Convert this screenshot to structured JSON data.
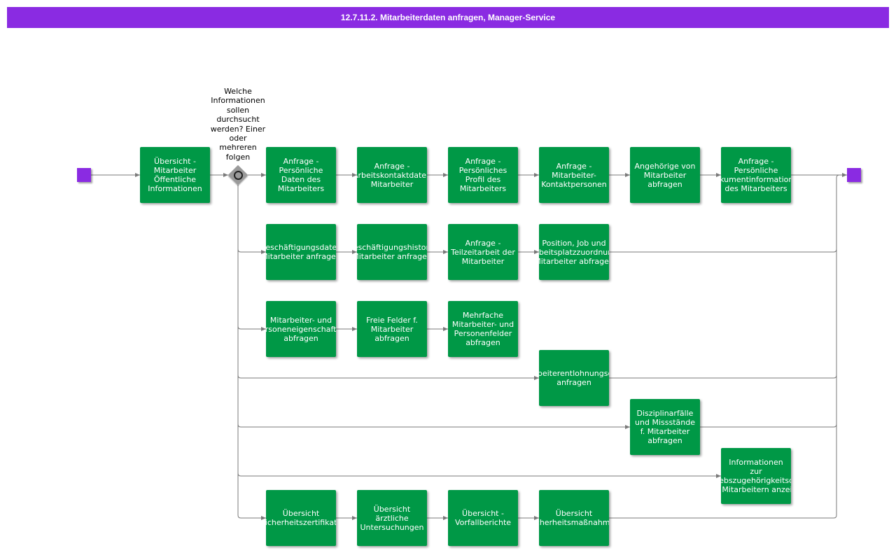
{
  "title": "12.7.11.2. Mitarbeiterdaten anfragen, Manager-Service",
  "gateway_label": "Welche\nInformationen\nsollen\ndurchsucht\nwerden? Einer\noder\nmehreren\nfolgen",
  "activities": {
    "overview_public": "Übersicht -\nMitarbeiter\nÖffentliche\nInformationen",
    "r1_1": "Anfrage -\nPersönliche\nDaten des\nMitarbeiters",
    "r1_2": "Anfrage -\nArbeitskontaktdaten\nMitarbeiter",
    "r1_3": "Anfrage -\nPersönliches\nProfil des\nMitarbeiters",
    "r1_4": "Anfrage -\nMitarbeiter-\nKontaktpersonen",
    "r1_5": "Angehörige von\nMitarbeiter\nabfragen",
    "r1_6": "Anfrage -\nPersönliche\nDokumentinformationen\ndes Mitarbeiters",
    "r2_1": "Beschäftigungsdaten\nMitarbeiter anfragen",
    "r2_2": "Beschäftigungshistorie\nMitarbeiter anfragen",
    "r2_3": "Anfrage -\nTeilzeitarbeit der\nMitarbeiter",
    "r2_4": "Position, Job und\nArbeitsplatzzuordnung\nMitarbeiter abfragen",
    "r3_1": "Mitarbeiter- und\nPersoneneigenschaften\nabfragen",
    "r3_2": "Freie Felder f.\nMitarbeiter\nabfragen",
    "r3_3": "Mehrfache\nMitarbeiter- und\nPersonenfelder\nabfragen",
    "r4_1": "Mitarbeiterentlohnungsdaten\nanfragen",
    "r5_1": "Disziplinarfälle\nund Missstände\nf. Mitarbeiter\nabfragen",
    "r6_1": "Informationen\nzur\nBetriebszugehörigkeitsdauer\nvon Mitarbeitern anzeigen",
    "r7_1": "Übersicht\nSicherheitszertifikate",
    "r7_2": "Übersicht\närztliche\nUntersuchungen",
    "r7_3": "Übersicht -\nVorfallberichte",
    "r7_4": "Übersicht\nSicherheitsmaßnahmen"
  },
  "colors": {
    "activity": "#009846",
    "event": "#8a2be2",
    "title_bar": "#8a2be2",
    "connector": "#7a7a7a",
    "gateway": "#9a9a9a"
  }
}
